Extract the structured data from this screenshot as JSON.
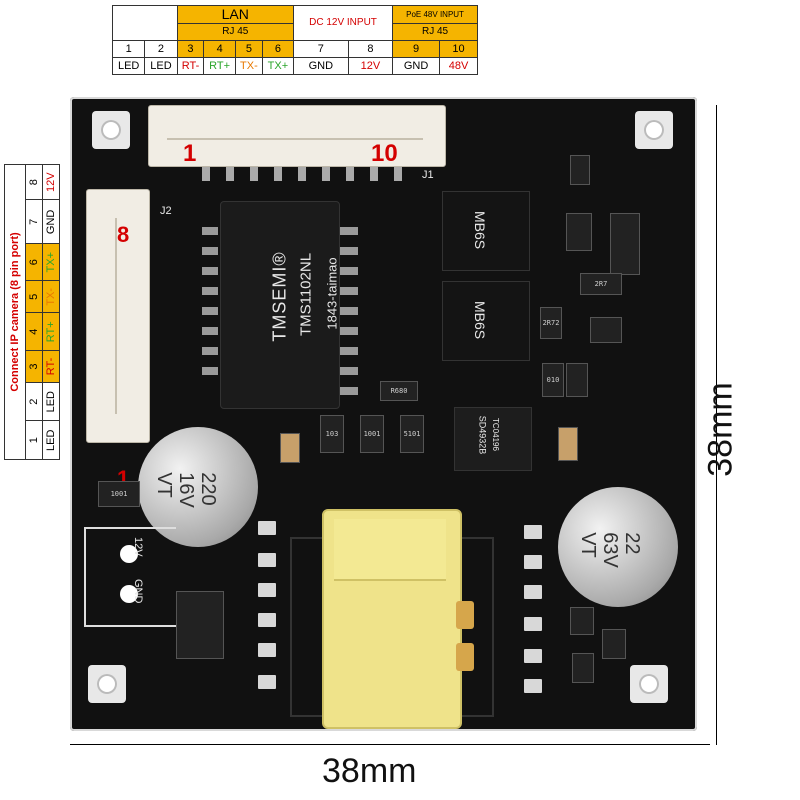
{
  "top_table": {
    "lan": "LAN",
    "dc_input": "DC 12V INPUT",
    "poe_input": "PoE 48V INPUT",
    "rj45_a": "RJ 45",
    "rj45_b": "RJ 45",
    "pins": [
      "1",
      "2",
      "3",
      "4",
      "5",
      "6",
      "7",
      "8",
      "9",
      "10"
    ],
    "signals": [
      "LED",
      "LED",
      "RT-",
      "RT+",
      "TX-",
      "TX+",
      "GND",
      "12V",
      "GND",
      "48V"
    ]
  },
  "side_table": {
    "title": "Connect IP camera (8 pin port)",
    "pins": [
      "1",
      "2",
      "3",
      "4",
      "5",
      "6",
      "7",
      "8"
    ],
    "signals": [
      "LED",
      "LED",
      "RT-",
      "RT+",
      "TX-",
      "TX+",
      "GND",
      "12V"
    ]
  },
  "board": {
    "conn_top_pin1": "1",
    "conn_top_pin10": "10",
    "conn_left_pin8": "8",
    "conn_left_pin1": "1",
    "j2": "J2",
    "j1": "J1",
    "transformer_brand": "TMSEMI®",
    "transformer_model": "TMS1102NL",
    "transformer_code": "1843-taimao",
    "bridge1": "MB6S",
    "bridge2": "MB6S",
    "cap1_value": "220",
    "cap1_voltage": "16V",
    "cap1_series": "VT",
    "cap2_value": "22",
    "cap2_voltage": "63V",
    "cap2_series": "VT",
    "resistor_1001": "1001",
    "resistor_r680": "R680",
    "resistor_103": "103",
    "resistor_1001b": "1001",
    "resistor_5101": "5101",
    "ic_label": "SD4932B",
    "ic_code": "TC04196",
    "smd_2r72": "2R72",
    "smd_010": "010",
    "smd_2r7": "2R7",
    "power_label_12v": "12V",
    "power_label_gnd": "GND"
  },
  "dimensions": {
    "width": "38mm",
    "height": "38mm"
  }
}
